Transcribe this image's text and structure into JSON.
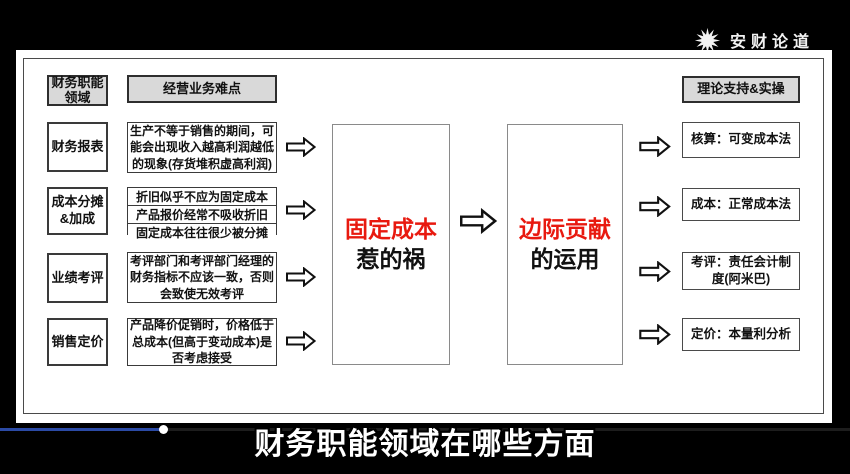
{
  "logo": {
    "text": "安财论道"
  },
  "diagram": {
    "left_header": "财务职能领域",
    "middle_header": "经营业务难点",
    "right_header": "理论支持&实操",
    "rows": [
      {
        "label": "财务报表",
        "difficulty": "生产不等于销售的期间，可能会出现收入越高利润越低的现象(存货堆积虚高利润)",
        "theory": "核算：可变成本法"
      },
      {
        "label": "成本分摊&加成",
        "difficulty_lines": [
          "折旧似乎不应为固定成本",
          "产品报价经常不吸收折旧",
          "固定成本往往很少被分摊"
        ],
        "theory": "成本：正常成本法"
      },
      {
        "label": "业绩考评",
        "difficulty": "考评部门和考评部门经理的财务指标不应该一致，否则会致使无效考评",
        "theory": "考评：责任会计制度(阿米巴)"
      },
      {
        "label": "销售定价",
        "difficulty": "产品降价促销时，价格低于总成本(但高于变动成本)是否考虑接受",
        "theory": "定价：本量利分析"
      }
    ],
    "center_boxes": [
      {
        "highlight": "固定成本",
        "rest": "惹的祸"
      },
      {
        "highlight": "边际贡献",
        "rest": "的运用"
      }
    ]
  },
  "subtitle": "财务职能领域在哪些方面",
  "colors": {
    "highlight_red": "#e8190f",
    "header_gray": "#d9d9d9",
    "progress_blue": "#2b4aa5",
    "background": "#000000"
  }
}
